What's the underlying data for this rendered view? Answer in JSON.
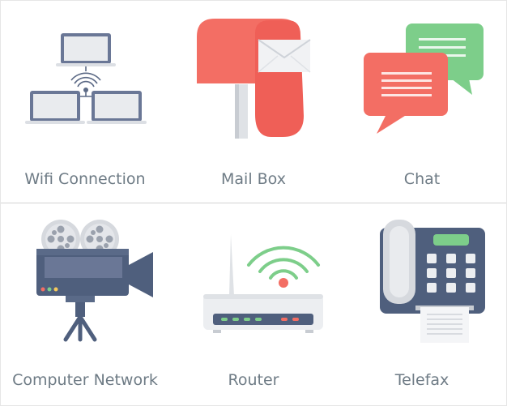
{
  "icons": [
    {
      "label": "Wifi Connection",
      "icon": "wifi-connection-icon"
    },
    {
      "label": "Mail Box",
      "icon": "mailbox-icon"
    },
    {
      "label": "Chat",
      "icon": "chat-bubbles-icon"
    },
    {
      "label": "Computer Network",
      "icon": "movie-camera-icon"
    },
    {
      "label": "Router",
      "icon": "router-icon"
    },
    {
      "label": "Telefax",
      "icon": "telefax-icon"
    }
  ],
  "colors": {
    "label": "#6e7b85",
    "divider": "#d2d2d2",
    "red": "#f36e64",
    "green": "#7dce8a",
    "navy": "#4f5f7d",
    "slate": "#6a7796",
    "light_gray": "#e9ebee"
  }
}
